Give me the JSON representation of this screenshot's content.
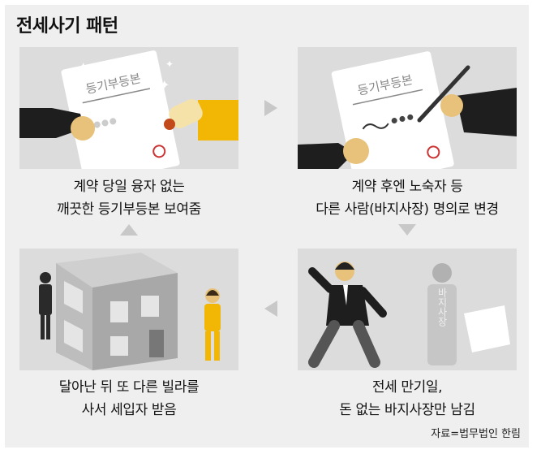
{
  "title": "전세사기 패턴",
  "steps": [
    {
      "line1": "계약 당일 융자 없는",
      "line2": "깨끗한 등기부등본 보여줌",
      "doc_label": "등기부등본"
    },
    {
      "line1": "계약 후엔 노숙자 등",
      "line2": "다른 사람(바지사장) 명의로 변경",
      "doc_label": "등기부등본"
    },
    {
      "line1": "달아난 뒤 또 다른 빌라를",
      "line2": "사서 세입자 받음"
    },
    {
      "line1": "전세 만기일,",
      "line2": "돈 없는 바지사장만 남김",
      "figure_label": "바지사장"
    }
  ],
  "source": "자료=법무법인 한림",
  "colors": {
    "accent": "#f2b705",
    "panel": "#dcdcdc",
    "dark": "#2a2a2a",
    "background": "#efefef"
  }
}
